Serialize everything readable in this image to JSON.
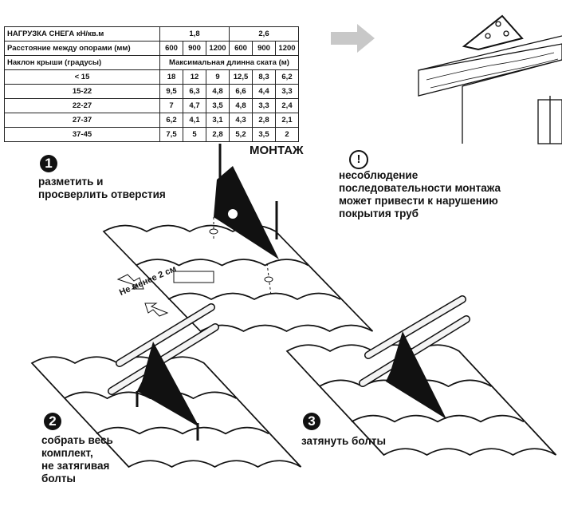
{
  "table": {
    "row_snow_label": "НАГРУЗКА СНЕГА кН/кв.м",
    "snow_loads": [
      "1,8",
      "2,6"
    ],
    "row_spacing_label": "Расстояние между опорами (мм)",
    "spacings": [
      "600",
      "900",
      "1200",
      "600",
      "900",
      "1200"
    ],
    "row_slope_label": "Наклон крыши (градусы)",
    "max_length_label": "Максимальная длинна ската (м)",
    "rows": [
      {
        "slope": "< 15",
        "values": [
          "18",
          "12",
          "9",
          "12,5",
          "8,3",
          "6,2"
        ]
      },
      {
        "slope": "15-22",
        "values": [
          "9,5",
          "6,3",
          "4,8",
          "6,6",
          "4,4",
          "3,3"
        ]
      },
      {
        "slope": "22-27",
        "values": [
          "7",
          "4,7",
          "3,5",
          "4,8",
          "3,3",
          "2,4"
        ]
      },
      {
        "slope": "27-37",
        "values": [
          "6,2",
          "4,1",
          "3,1",
          "4,3",
          "2,8",
          "2,1"
        ]
      },
      {
        "slope": "37-45",
        "values": [
          "7,5",
          "5",
          "2,8",
          "5,2",
          "3,5",
          "2"
        ]
      }
    ]
  },
  "title": "МОНТАЖ",
  "warning": {
    "icon": "!",
    "lines": [
      "несоблюдение",
      "последовательности монтажа",
      "может привести к нарушению",
      "покрытия труб"
    ]
  },
  "steps": [
    {
      "number": "1",
      "lines": [
        "разметить и",
        "просверлить отверстия"
      ]
    },
    {
      "number": "2",
      "lines": [
        "собрать весь",
        "комплект,",
        "не затягивая",
        "болты"
      ]
    },
    {
      "number": "3",
      "lines": [
        "затянуть болты"
      ]
    }
  ],
  "dimension_label": "Не менее 2 см"
}
